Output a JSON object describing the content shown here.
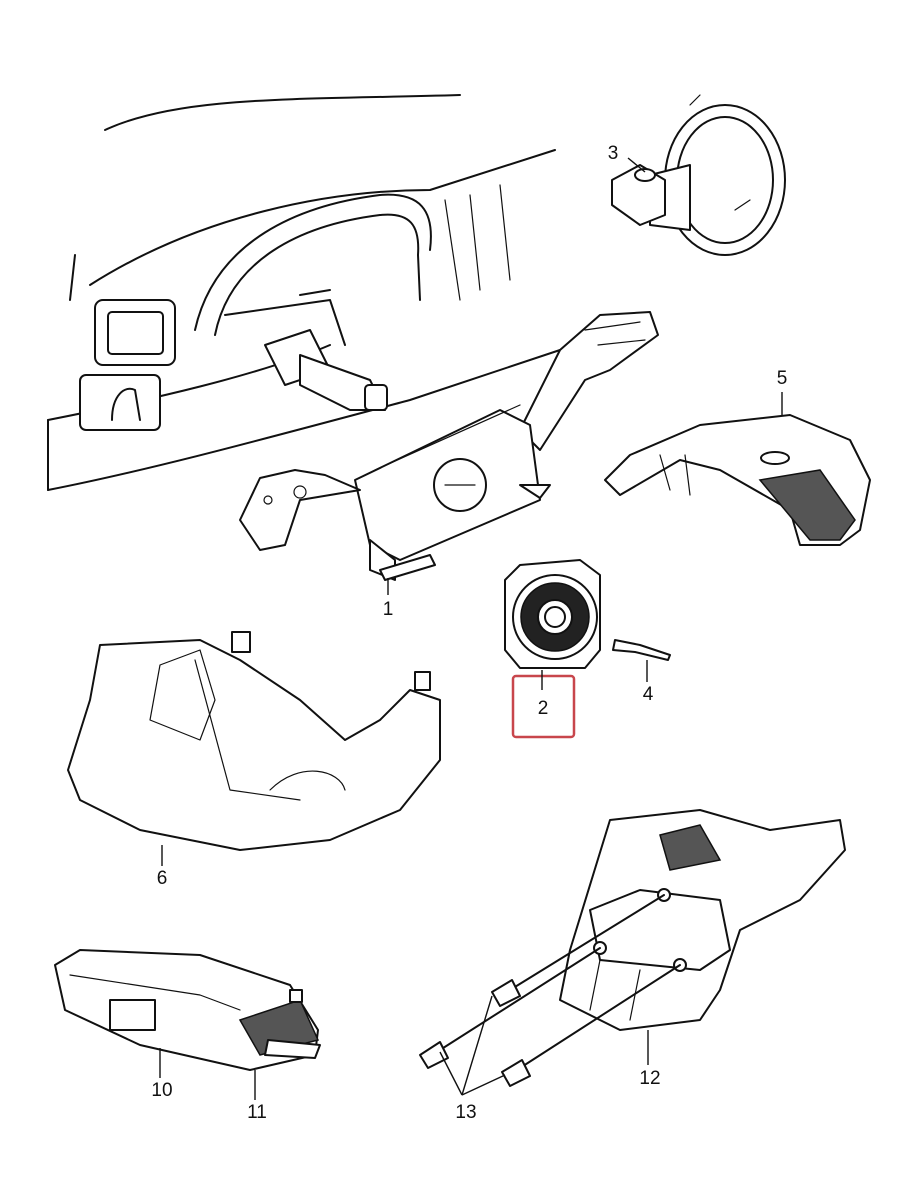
{
  "diagram": {
    "labels": {
      "p1": "1",
      "p2": "2",
      "p3": "3",
      "p4": "4",
      "p5": "5",
      "p6": "6",
      "p10": "10",
      "p11": "11",
      "p12": "12",
      "p13": "13"
    },
    "highlighted_part": "2",
    "highlight_color": "#c8464c"
  }
}
